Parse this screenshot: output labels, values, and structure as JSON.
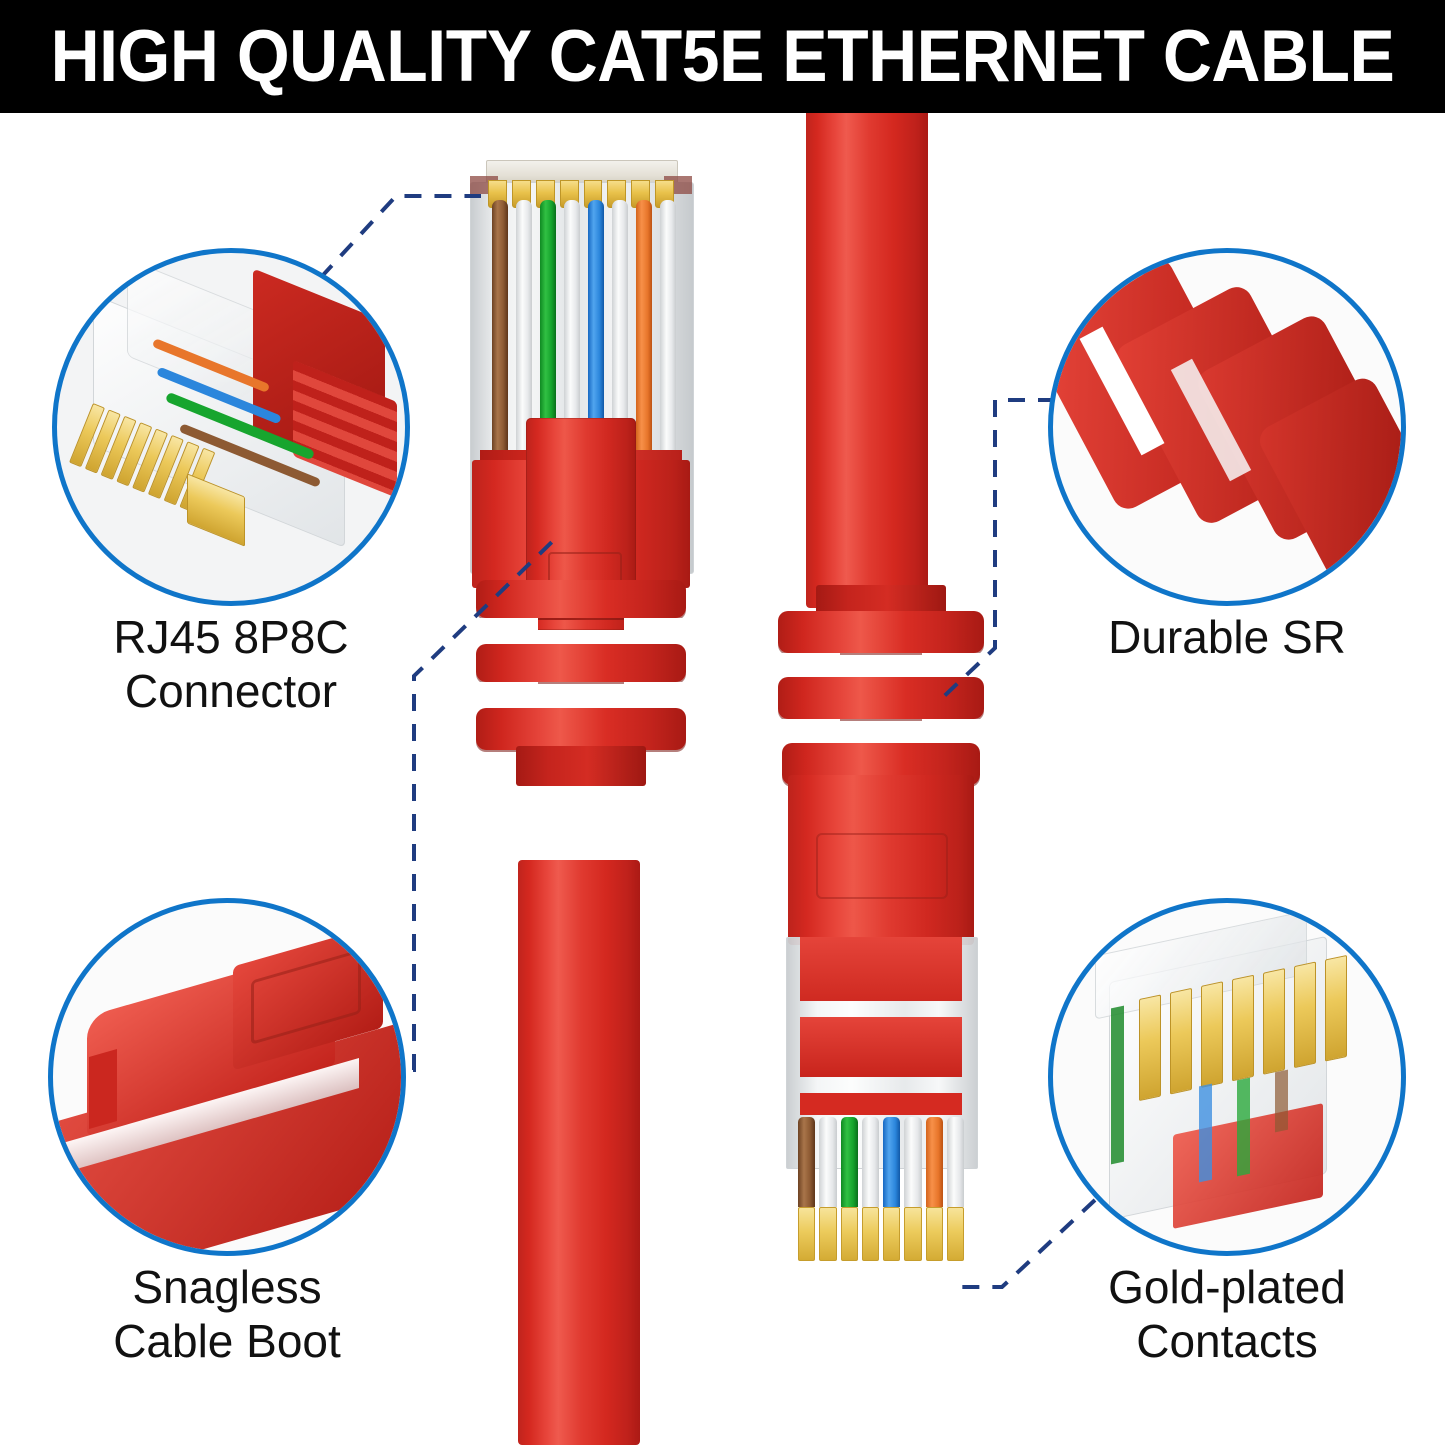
{
  "banner": {
    "title": "HIGH QUALITY CAT5E ETHERNET CABLE",
    "background_color": "#000000",
    "text_color": "#FFFFFF"
  },
  "theme": {
    "cable_red": "#D9291F",
    "accent_blue": "#0F75C9",
    "callout_line_blue": "#1F3C80",
    "gold": "#E9C24B",
    "page_background": "#FFFFFF"
  },
  "product": {
    "name": "Cat5e Ethernet Cable",
    "color": "Red",
    "connector_count": 2,
    "conductor_count": 8,
    "wire_colors": [
      "brown",
      "white",
      "green",
      "white",
      "blue",
      "white",
      "orange",
      "white"
    ]
  },
  "callouts": [
    {
      "id": "rj45-connector",
      "label": "RJ45 8P8C\nConnector",
      "label_line_1": "RJ45 8P8C",
      "label_line_2": "Connector",
      "position": "top-left",
      "icon": "rj45-connector-icon"
    },
    {
      "id": "durable-sr",
      "label": "Durable SR",
      "label_line_1": "Durable SR",
      "label_line_2": "",
      "position": "top-right",
      "icon": "strain-relief-icon"
    },
    {
      "id": "snagless-boot",
      "label": "Snagless\nCable Boot",
      "label_line_1": "Snagless",
      "label_line_2": "Cable Boot",
      "position": "bottom-left",
      "icon": "cable-boot-icon"
    },
    {
      "id": "gold-plated-contacts",
      "label": "Gold-plated\nContacts",
      "label_line_1": "Gold-plated",
      "label_line_2": "Contacts",
      "position": "bottom-right",
      "icon": "gold-contacts-icon"
    }
  ]
}
